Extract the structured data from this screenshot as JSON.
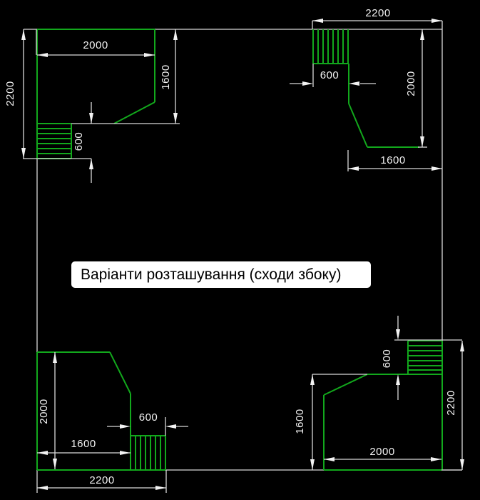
{
  "caption": {
    "text": "Варіанти розташування (сходи збоку)"
  },
  "colors": {
    "background": "#000000",
    "cad_line_green": "#12a81c",
    "cad_line_white": "#d9d9d9",
    "dim_text": "#f2f2f2",
    "caption_bg": "#ffffff",
    "caption_text": "#000000"
  },
  "variants": {
    "top_left": {
      "dim_2000": "2000",
      "dim_2200": "2200",
      "dim_1600": "1600",
      "dim_600": "600"
    },
    "top_right": {
      "dim_2200": "2200",
      "dim_600": "600",
      "dim_2000": "2000",
      "dim_1600": "1600"
    },
    "bottom_left": {
      "dim_2000": "2000",
      "dim_1600": "1600",
      "dim_600": "600",
      "dim_2200": "2200"
    },
    "bottom_right": {
      "dim_600": "600",
      "dim_1600": "1600",
      "dim_2000": "2000",
      "dim_2200": "2200"
    }
  }
}
